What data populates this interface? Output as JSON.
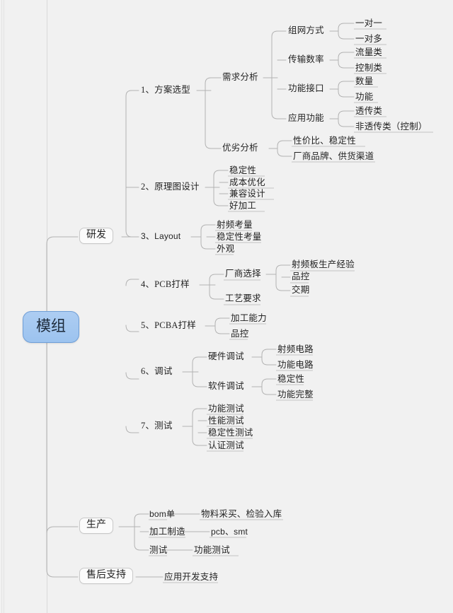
{
  "theme": {
    "background": "#f1f1f1",
    "root_fill": "#a8caf1",
    "root_border": "#6f9ed6",
    "node_fill": "#fbfbfb",
    "node_border": "#c9c9c9",
    "edge_color": "#b0b0b0",
    "text_color": "#232323"
  },
  "root": {
    "label": "模组"
  },
  "branches": [
    {
      "label": "研发",
      "children": [
        {
          "label": "1、方案选型",
          "children": [
            {
              "label": "需求分析",
              "children": [
                {
                  "label": "组网方式",
                  "children": [
                    {
                      "label": "一对一"
                    },
                    {
                      "label": "一对多"
                    }
                  ]
                },
                {
                  "label": "传输数率",
                  "children": [
                    {
                      "label": "流量类"
                    },
                    {
                      "label": "控制类"
                    }
                  ]
                },
                {
                  "label": "功能接口",
                  "children": [
                    {
                      "label": "数量"
                    },
                    {
                      "label": "功能"
                    }
                  ]
                },
                {
                  "label": "应用功能",
                  "children": [
                    {
                      "label": "透传类"
                    },
                    {
                      "label": "非透传类（控制）"
                    }
                  ]
                }
              ]
            },
            {
              "label": "优劣分析",
              "children": [
                {
                  "label": "性价比、稳定性"
                },
                {
                  "label": "厂商品牌、供货渠道"
                }
              ]
            }
          ]
        },
        {
          "label": "2、原理图设计",
          "children": [
            {
              "label": "稳定性"
            },
            {
              "label": "成本优化"
            },
            {
              "label": "兼容设计"
            },
            {
              "label": "好加工"
            }
          ]
        },
        {
          "label": "3、Layout",
          "children": [
            {
              "label": "射频考量"
            },
            {
              "label": "稳定性考量"
            },
            {
              "label": "外观"
            }
          ]
        },
        {
          "label": "4、PCB打样",
          "children": [
            {
              "label": "厂商选择",
              "children": [
                {
                  "label": "射频板生产经验"
                },
                {
                  "label": "品控"
                },
                {
                  "label": "交期"
                }
              ]
            },
            {
              "label": "工艺要求"
            }
          ]
        },
        {
          "label": "5、PCBA打样",
          "children": [
            {
              "label": "加工能力"
            },
            {
              "label": "品控"
            }
          ]
        },
        {
          "label": "6、调试",
          "children": [
            {
              "label": "硬件调试",
              "children": [
                {
                  "label": "射频电路"
                },
                {
                  "label": "功能电路"
                }
              ]
            },
            {
              "label": "软件调试",
              "children": [
                {
                  "label": "稳定性"
                },
                {
                  "label": "功能完整"
                }
              ]
            }
          ]
        },
        {
          "label": "7、测试",
          "children": [
            {
              "label": "功能测试"
            },
            {
              "label": "性能测试"
            },
            {
              "label": "稳定性测试"
            },
            {
              "label": "认证测试"
            }
          ]
        }
      ]
    },
    {
      "label": "生产",
      "children": [
        {
          "label": "bom单",
          "children": [
            {
              "label": "物料采买、检验入库"
            }
          ]
        },
        {
          "label": "加工制造",
          "children": [
            {
              "label": "pcb、smt"
            }
          ]
        },
        {
          "label": "测试",
          "children": [
            {
              "label": "功能测试"
            }
          ]
        }
      ]
    },
    {
      "label": "售后支持",
      "children": [
        {
          "label": "应用开发支持"
        }
      ]
    }
  ],
  "nodes": {
    "root": "模组",
    "b_rd": "研发",
    "b_prod": "生产",
    "b_after": "售后支持",
    "n1": "1、方案选型",
    "n1a": "需求分析",
    "n1a1": "组网方式",
    "n1a1a": "一对一",
    "n1a1b": "一对多",
    "n1a2": "传输数率",
    "n1a2a": "流量类",
    "n1a2b": "控制类",
    "n1a3": "功能接口",
    "n1a3a": "数量",
    "n1a3b": "功能",
    "n1a4": "应用功能",
    "n1a4a": "透传类",
    "n1a4b": "非透传类（控制）",
    "n1b": "优劣分析",
    "n1b1": "性价比、稳定性",
    "n1b2": "厂商品牌、供货渠道",
    "n2": "2、原理图设计",
    "n2a": "稳定性",
    "n2b": "成本优化",
    "n2c": "兼容设计",
    "n2d": "好加工",
    "n3": "3、Layout",
    "n3a": "射频考量",
    "n3b": "稳定性考量",
    "n3c": "外观",
    "n4": "4、PCB打样",
    "n4a": "厂商选择",
    "n4a1": "射频板生产经验",
    "n4a2": "品控",
    "n4a3": "交期",
    "n4b": "工艺要求",
    "n5": "5、PCBA打样",
    "n5a": "加工能力",
    "n5b": "品控",
    "n6": "6、调试",
    "n6a": "硬件调试",
    "n6a1": "射频电路",
    "n6a2": "功能电路",
    "n6b": "软件调试",
    "n6b1": "稳定性",
    "n6b2": "功能完整",
    "n7": "7、测试",
    "n7a": "功能测试",
    "n7b": "性能测试",
    "n7c": "稳定性测试",
    "n7d": "认证测试",
    "p1": "bom单",
    "p1a": "物料采买、检验入库",
    "p2": "加工制造",
    "p2a": "pcb、smt",
    "p3": "测试",
    "p3a": "功能测试",
    "a1": "应用开发支持"
  }
}
